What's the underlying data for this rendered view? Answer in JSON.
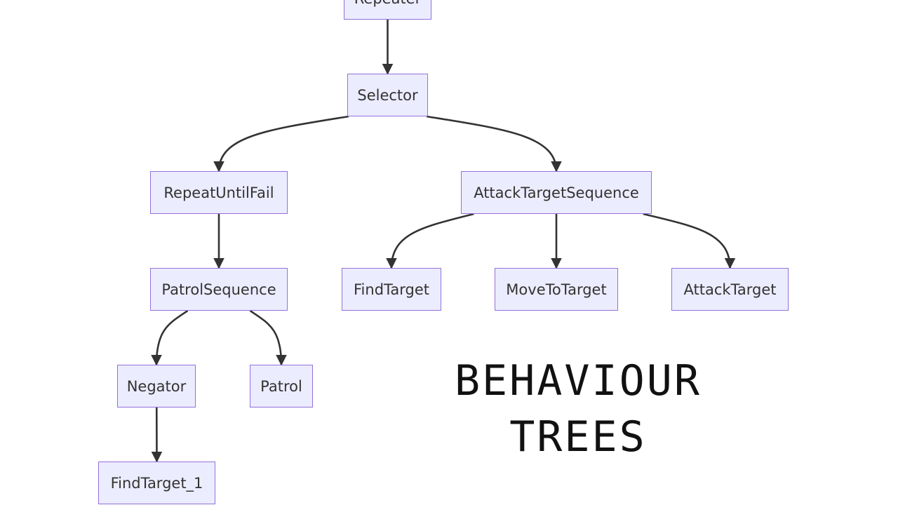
{
  "diagram": {
    "nodes": [
      {
        "id": "repeater",
        "label": "Repeater"
      },
      {
        "id": "selector",
        "label": "Selector"
      },
      {
        "id": "repeat_until_fail",
        "label": "RepeatUntilFail"
      },
      {
        "id": "attack_target_sequence",
        "label": "AttackTargetSequence"
      },
      {
        "id": "patrol_sequence",
        "label": "PatrolSequence"
      },
      {
        "id": "find_target",
        "label": "FindTarget"
      },
      {
        "id": "move_to_target",
        "label": "MoveToTarget"
      },
      {
        "id": "attack_target",
        "label": "AttackTarget"
      },
      {
        "id": "negator",
        "label": "Negator"
      },
      {
        "id": "patrol",
        "label": "Patrol"
      },
      {
        "id": "find_target_1",
        "label": "FindTarget_1"
      }
    ],
    "edges": [
      {
        "from": "repeater",
        "to": "selector"
      },
      {
        "from": "selector",
        "to": "repeat_until_fail"
      },
      {
        "from": "selector",
        "to": "attack_target_sequence"
      },
      {
        "from": "repeat_until_fail",
        "to": "patrol_sequence"
      },
      {
        "from": "attack_target_sequence",
        "to": "find_target"
      },
      {
        "from": "attack_target_sequence",
        "to": "move_to_target"
      },
      {
        "from": "attack_target_sequence",
        "to": "attack_target"
      },
      {
        "from": "patrol_sequence",
        "to": "negator"
      },
      {
        "from": "patrol_sequence",
        "to": "patrol"
      },
      {
        "from": "negator",
        "to": "find_target_1"
      }
    ]
  },
  "title": {
    "line1": "BEHAVIOUR",
    "line2": "TREES"
  }
}
